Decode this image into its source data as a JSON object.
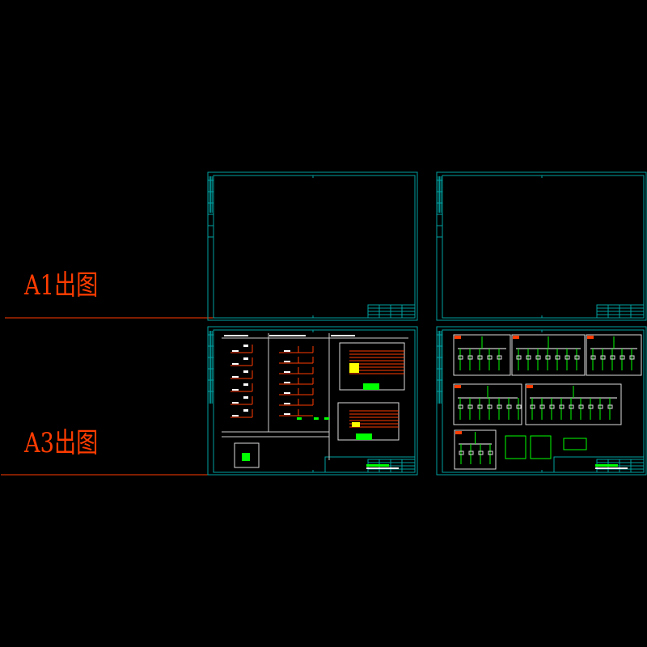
{
  "labels": {
    "a1": "A1出图",
    "a3": "A3出图"
  },
  "colors": {
    "background": "#000000",
    "frame": "#00a0a0",
    "label": "#ff3c00",
    "wire": "#ff3c00",
    "device": "#00ff00",
    "text": "#ffffff",
    "highlight": "#ffff00"
  },
  "sheets": [
    {
      "id": "a1-sheet-1",
      "format": "A1",
      "content": "blank"
    },
    {
      "id": "a1-sheet-2",
      "format": "A1",
      "content": "blank"
    },
    {
      "id": "a3-sheet-1",
      "format": "A3",
      "content": "power-distribution-system-diagram"
    },
    {
      "id": "a3-sheet-2",
      "format": "A3",
      "content": "switchgear-single-line-diagram"
    }
  ]
}
